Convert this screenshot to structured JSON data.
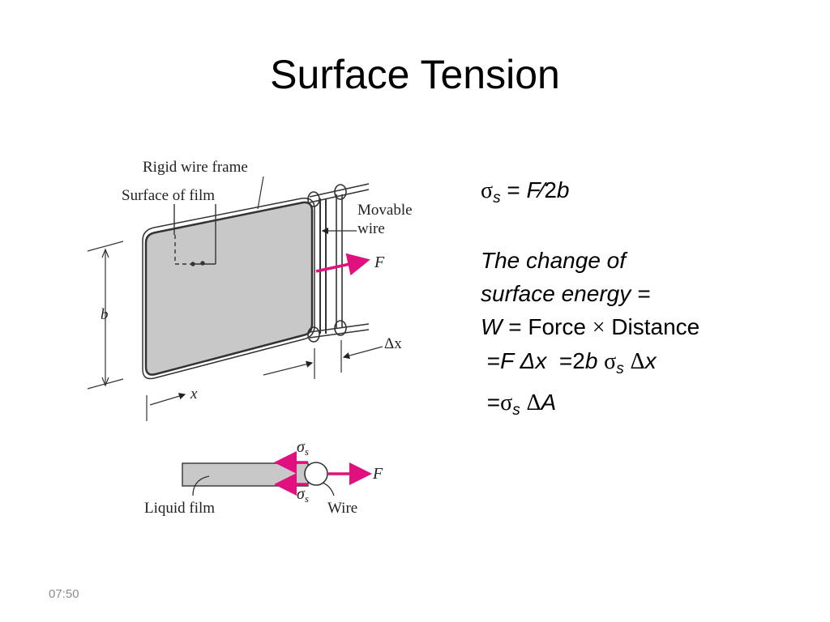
{
  "slide": {
    "title": "Surface Tension",
    "timestamp": "07:50"
  },
  "diagram": {
    "labels": {
      "rigid_wire_frame": "Rigid wire frame",
      "surface_of_film": "Surface of film",
      "movable_wire_1": "Movable",
      "movable_wire_2": "wire",
      "force": "F",
      "width": "b",
      "delta_x": "Δx",
      "x": "x",
      "sigma": "σ",
      "sigma_sub": "s",
      "liquid_film": "Liquid film",
      "wire": "Wire"
    },
    "colors": {
      "arrow": "#e0107f",
      "film_fill": "#c8c8c8",
      "frame_stroke": "#333333"
    }
  },
  "equations": {
    "eq1": {
      "sigma": "σ",
      "sub": "s",
      "rest": " = ",
      "F": "F",
      "slash": "⁄",
      "two": "2",
      "b": "b"
    },
    "text1": "The change of",
    "text2": "surface energy =",
    "eq2": {
      "W": "W",
      "eq": " = ",
      "force": "Force ",
      "times": "×",
      "distance": " Distance"
    },
    "eq3": {
      "pre": " =",
      "F": "F",
      "dx": " Δx",
      "mid": "  =2",
      "b": "b",
      "sp": " ",
      "sigma": "σ",
      "sub": "s",
      "sp2": " ",
      "delta": "Δ",
      "x": "x"
    },
    "eq4": {
      "pre": " =",
      "sigma": "σ",
      "sub": "s",
      "sp": " ",
      "delta": "Δ",
      "A": "A"
    }
  }
}
